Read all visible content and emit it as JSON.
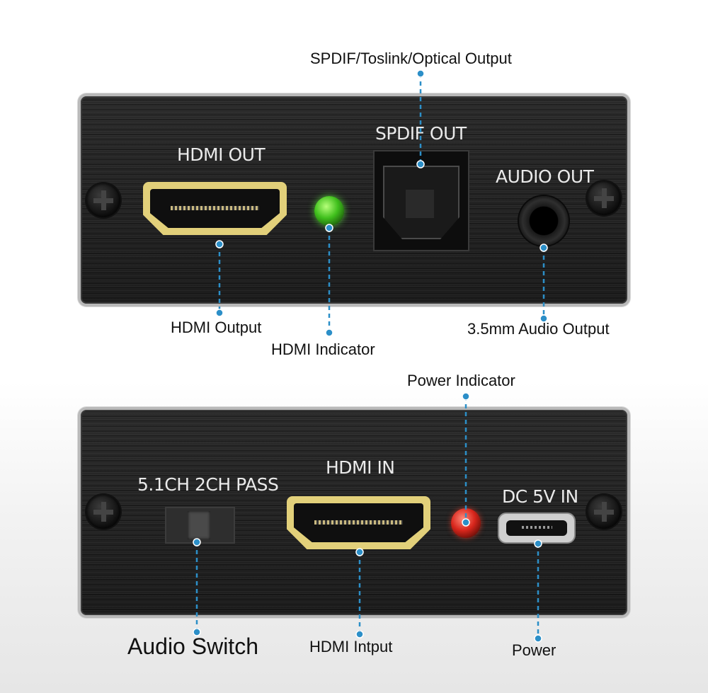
{
  "top_panel": {
    "port_labels": {
      "hdmi_out": "HDMI OUT",
      "spdif_out": "SPDIF OUT",
      "audio_out": "AUDIO OUT"
    },
    "callouts": {
      "spdif": "SPDIF/Toslink/Optical Output",
      "hdmi_output": "HDMI Output",
      "hdmi_indicator": "HDMI Indicator",
      "audio_output": "3.5mm Audio Output"
    },
    "indicator_color": "#3fbf1c"
  },
  "bottom_panel": {
    "port_labels": {
      "switch": "5.1CH 2CH PASS",
      "hdmi_in": "HDMI IN",
      "dc_in": "DC 5V IN"
    },
    "callouts": {
      "power_indicator": "Power Indicator",
      "audio_switch": "Audio Switch",
      "hdmi_input": "HDMI Intput",
      "power": "Power"
    },
    "indicator_color": "#d8261c"
  },
  "callout_line_color": "#2c8fc8"
}
